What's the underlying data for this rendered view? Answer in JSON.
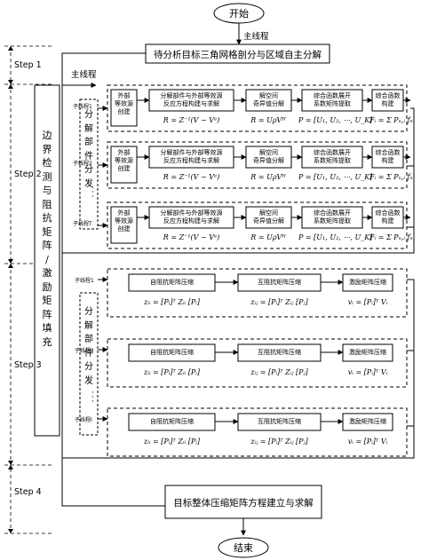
{
  "terminals": {
    "start": "开始",
    "end": "结束"
  },
  "steps": [
    "Step 1",
    "Step 2",
    "Step 3",
    "Step 4"
  ],
  "threads": {
    "main": "主线程",
    "sub1": "子线程1",
    "sub2": "子线程2",
    "subT": "子线程T",
    "subI": "子线程I"
  },
  "boxes": {
    "top": "待分析目标三角网格剖分与区域自主分解",
    "bottom": "目标整体压缩矩阵方程建立与求解",
    "boundary": "边界检测与阻抗矩阵/激励矩阵填充",
    "dispatch": "分解部件分发"
  },
  "step2_row": {
    "b1": [
      "外部",
      "等效源",
      "创建"
    ],
    "b2": [
      "分解部件与外部等效源",
      "反应方程构建与求解"
    ],
    "b3": [
      "解空间",
      "奇异值分解"
    ],
    "b4": [
      "综合函数展开",
      "系数矩阵提取"
    ],
    "b5": [
      "综合函数",
      "构建"
    ],
    "f1": "R = Z⁻¹(V − Vᵉ)",
    "f2": "R = UρVᴴ",
    "f3": "P = [U₁, U₂, ⋯, U_K]",
    "f4": "Fᵢ = Σ Pₙ,ᵢ fₙ"
  },
  "step3_row": {
    "b1": "自阻抗矩阵压缩",
    "b2": "互阻抗矩阵压缩",
    "b3": "激励矩阵压缩",
    "f1": "zᵢᵢ = [Pᵢ]ᵀ Zᵢᵢ [Pᵢ]",
    "f2": "zᵢⱼ = [Pᵢ]ᵀ Zᵢⱼ [Pⱼ]",
    "f3": "vᵢ = [Pᵢ]ᵀ Vᵢ"
  },
  "colors": {
    "line": "#000000",
    "background": "#ffffff"
  }
}
